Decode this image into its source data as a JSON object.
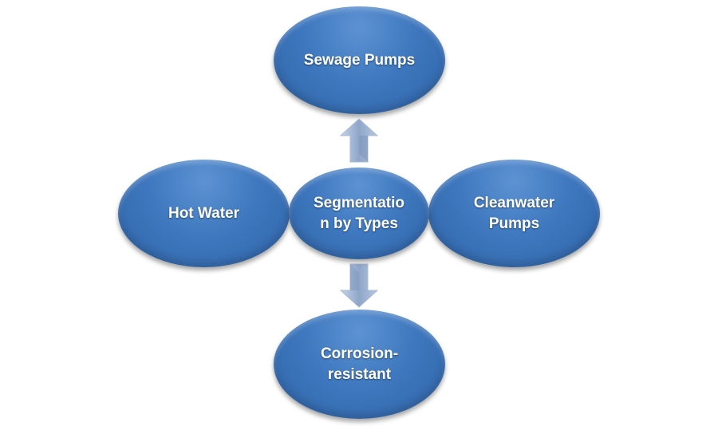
{
  "diagram": {
    "center": {
      "label": "Segmentatio\nn by Types"
    },
    "nodes": [
      {
        "id": "top",
        "label": "Sewage Pumps"
      },
      {
        "id": "left",
        "label": "Hot Water"
      },
      {
        "id": "right",
        "label": "Cleanwater\nPumps"
      },
      {
        "id": "bottom",
        "label": "Corrosion-\nresistant"
      }
    ],
    "arrows": [
      {
        "from": "center",
        "to": "top",
        "direction": "up"
      },
      {
        "from": "center",
        "to": "bottom",
        "direction": "down"
      }
    ],
    "colors": {
      "node_fill": "#3f78bf",
      "node_text": "#ffffff",
      "arrow_fill": "#9fb4d3"
    }
  }
}
